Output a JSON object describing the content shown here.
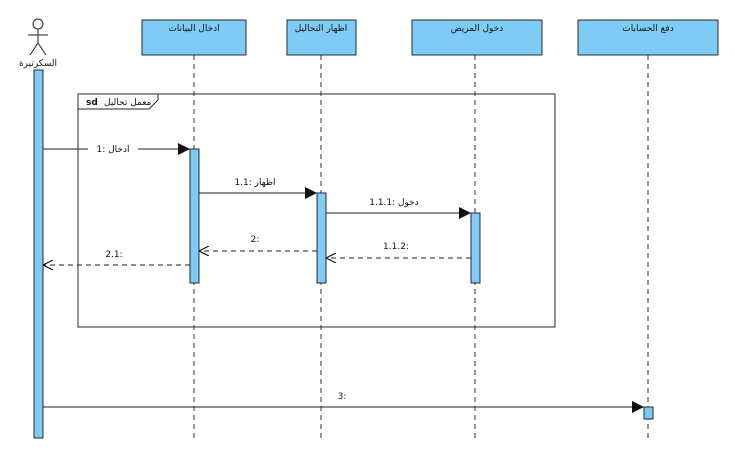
{
  "actor": {
    "name": "السكرتيرة"
  },
  "participants": [
    {
      "id": "p1",
      "label": "ادخال البيانات"
    },
    {
      "id": "p2",
      "label": "اظهار التحاليل"
    },
    {
      "id": "p3",
      "label": "دخول المريض"
    },
    {
      "id": "p4",
      "label": "دفع الحسابات"
    }
  ],
  "fragment": {
    "tag": "sd",
    "name": "معمل تحاليل"
  },
  "messages": [
    {
      "id": "m1",
      "label": "1: ادخال",
      "kind": "call"
    },
    {
      "id": "m2",
      "label": "1.1: اظهار",
      "kind": "call"
    },
    {
      "id": "m3",
      "label": "1.1.1: دخول",
      "kind": "call"
    },
    {
      "id": "m4",
      "label": "1.1.2:",
      "kind": "return"
    },
    {
      "id": "m5",
      "label": "2:",
      "kind": "return"
    },
    {
      "id": "m6",
      "label": "2.1:",
      "kind": "return"
    },
    {
      "id": "m7",
      "label": "3:",
      "kind": "call"
    }
  ]
}
